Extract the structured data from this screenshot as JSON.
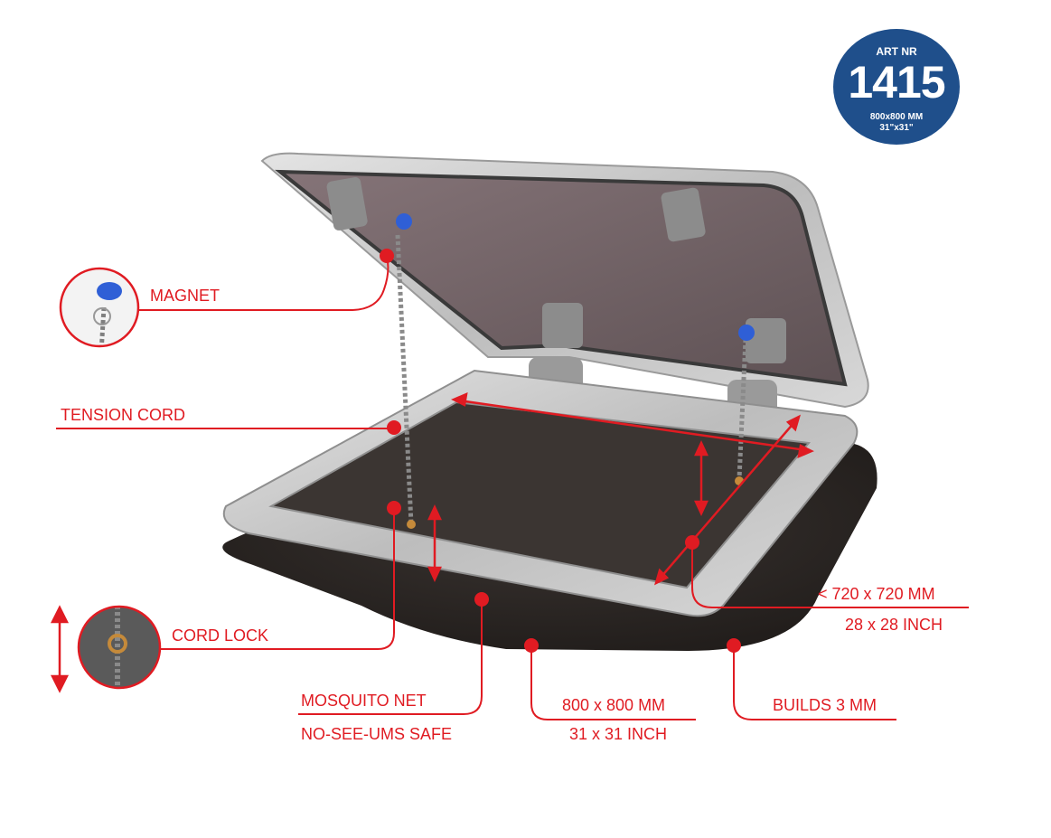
{
  "badge": {
    "heading": "ART NR",
    "number": "1415",
    "size_mm": "800x800 MM",
    "size_inch": "31\"x31\""
  },
  "callouts": {
    "magnet": "MAGNET",
    "tension_cord": "TENSION CORD",
    "cord_lock": "CORD LOCK",
    "mosquito_net": "MOSQUITO NET",
    "no_see_ums": "NO-SEE-UMS SAFE",
    "outer_mm": "800 x 800 MM",
    "outer_inch": "31 x 31 INCH",
    "inner_mm": "< 720 x 720 MM",
    "inner_inch": "28 x 28 INCH",
    "builds": "BUILDS 3 MM"
  },
  "colors": {
    "accent": "#e01b22",
    "badge": "#1f4f8b",
    "frame": "#c9c9c9",
    "glass": "#6e6063",
    "net": "#2e2a27"
  }
}
